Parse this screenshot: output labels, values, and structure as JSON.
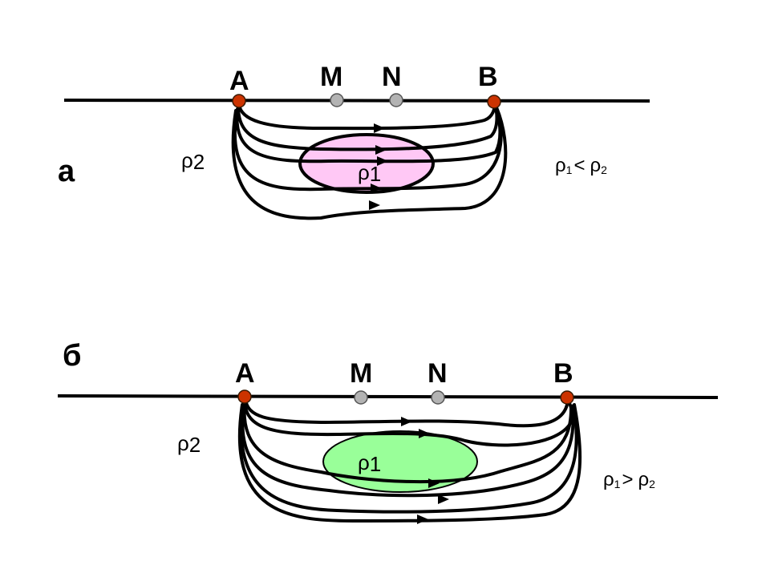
{
  "panel_a": {
    "label": "а",
    "electrodes": {
      "a": "A",
      "m": "M",
      "n": "N",
      "b": "B"
    },
    "host_rho": {
      "symbol": "ρ",
      "sub": "2"
    },
    "body_rho": {
      "symbol": "ρ",
      "sub": "1"
    },
    "relation": {
      "left_sym": "ρ",
      "left_sub": "1",
      "op": "<",
      "right_sym": "ρ",
      "right_sub": "2"
    },
    "body_color": "#ffc8f5"
  },
  "panel_b": {
    "label": "б",
    "electrodes": {
      "a": "A",
      "m": "M",
      "n": "N",
      "b": "B"
    },
    "host_rho": {
      "symbol": "ρ",
      "sub": "2"
    },
    "body_rho": {
      "symbol": "ρ",
      "sub": "1"
    },
    "relation": {
      "left_sym": "ρ",
      "left_sub": "1",
      "op": ">",
      "right_sym": "ρ",
      "right_sub": "2"
    },
    "body_color": "#99ff99"
  },
  "colors": {
    "current_electrode": "#cc3300",
    "potential_electrode": "#b3b3b3",
    "line": "#000000"
  }
}
